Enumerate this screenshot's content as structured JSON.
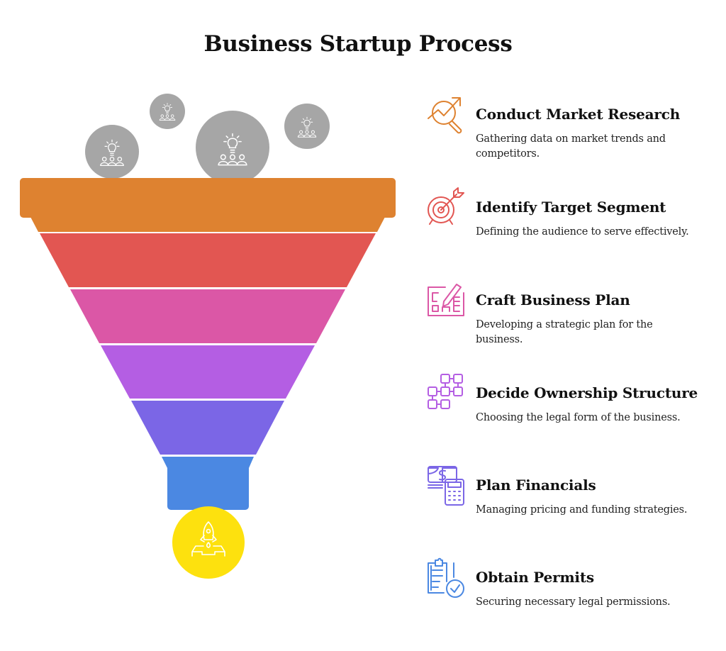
{
  "title": "Business Startup Process",
  "colors": {
    "rim": "#DE8230",
    "layer1": "#E25652",
    "layer2": "#DB57A6",
    "layer3": "#B45EE3",
    "layer4": "#7B66E6",
    "spout": "#4B88E2",
    "output_circle": "#FDE10E",
    "idea_bubbles": "#A6A6A6"
  },
  "funnel": {
    "top_bubbles": [
      {
        "icon": "idea-people-icon",
        "size": "medium"
      },
      {
        "icon": "idea-people-icon",
        "size": "small"
      },
      {
        "icon": "idea-people-icon",
        "size": "large"
      },
      {
        "icon": "idea-people-icon",
        "size": "small"
      }
    ],
    "output_icon": "rocket-launch-icon"
  },
  "steps": [
    {
      "name": "Conduct Market Research",
      "description": "Gathering data on market trends and competitors.",
      "icon": "market-research-icon",
      "color": "#DE8230"
    },
    {
      "name": "Identify Target Segment",
      "description": "Defining the audience to serve effectively.",
      "icon": "target-icon",
      "color": "#E25652"
    },
    {
      "name": "Craft Business Plan",
      "description": "Developing a strategic plan for the business.",
      "icon": "plan-pencil-icon",
      "color": "#DB57A6"
    },
    {
      "name": "Decide Ownership Structure",
      "description": "Choosing the legal form of the business.",
      "icon": "org-structure-icon",
      "color": "#B45EE3"
    },
    {
      "name": "Plan Financials",
      "description": "Managing pricing and funding strategies.",
      "icon": "money-calculator-icon",
      "color": "#7B66E6"
    },
    {
      "name": "Obtain Permits",
      "description": "Securing necessary legal permissions.",
      "icon": "clipboard-check-icon",
      "color": "#4B88E2"
    }
  ]
}
